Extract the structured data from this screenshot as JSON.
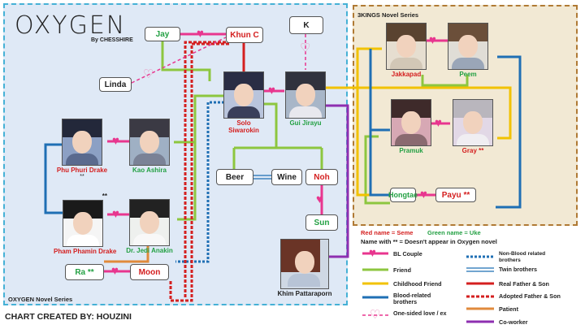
{
  "header": {
    "logo": "OXYGEN",
    "by_line": "By CHESSHIRE",
    "three_kings_label": "3KINGS Novel Series",
    "oxygen_label": "OXYGEN Novel Series",
    "credit": "CHART CREATED BY: HOUZINI"
  },
  "nodes": {
    "jay": "Jay",
    "khun_c": "Khun C",
    "k": "K",
    "linda": "Linda",
    "beer": "Beer",
    "wine": "Wine",
    "noh": "Noh",
    "sun": "Sun",
    "hongtae": "Hongtae",
    "payu": "Payu **",
    "ra": "Ra **",
    "moon": "Moon"
  },
  "people": {
    "solo": "Solo Siwarokin",
    "gui": "Gui Jirayu",
    "phu": "Phu Phuri Drake",
    "phu_mark": "**",
    "kao": "Kao Ashira",
    "pham": "Pham Phamin Drake",
    "pham_mark": "**",
    "jedi": "Dr. Jedi Anakin",
    "khim": "Khim Pattaraporn",
    "jakkapad": "Jakkapad",
    "peem": "Peem",
    "pramuk": "Pramuk",
    "gray": "Gray **"
  },
  "legend": {
    "note_red": "Red name = Seme",
    "note_green": "Green name = Uke",
    "note_asterisk": "Name with ** = Doesn't appear in Oxygen novel",
    "items": [
      {
        "label": "BL Couple",
        "color": "#e8368f",
        "style": "heart"
      },
      {
        "label": "Friend",
        "color": "#8dc63f",
        "style": "solid"
      },
      {
        "label": "Childhood Friend",
        "color": "#f2c200",
        "style": "solid"
      },
      {
        "label": "Blood-related brothers",
        "color": "#1f6fb4",
        "style": "solid"
      },
      {
        "label": "One-sided love / ex",
        "color": "#e8368f",
        "style": "dashed-heart"
      },
      {
        "label": "Non-Blood related brothers",
        "color": "#1f6fb4",
        "style": "dotted"
      },
      {
        "label": "Twin brothers",
        "color": "#1f6fb4",
        "style": "double"
      },
      {
        "label": "Real Father & Son",
        "color": "#d41f1f",
        "style": "solid"
      },
      {
        "label": "Adopted Father & Son",
        "color": "#d41f1f",
        "style": "dotted"
      },
      {
        "label": "Patient",
        "color": "#e08a3c",
        "style": "solid"
      },
      {
        "label": "Co-worker",
        "color": "#8e2fb0",
        "style": "solid"
      }
    ]
  },
  "colors": {
    "couple": "#e8368f",
    "friend": "#8dc63f",
    "childhood": "#f2c200",
    "blood": "#1f6fb4",
    "father": "#d41f1f",
    "patient": "#e08a3c",
    "coworker": "#8e2fb0",
    "seme": "#d41f1f",
    "uke": "#23a043"
  }
}
